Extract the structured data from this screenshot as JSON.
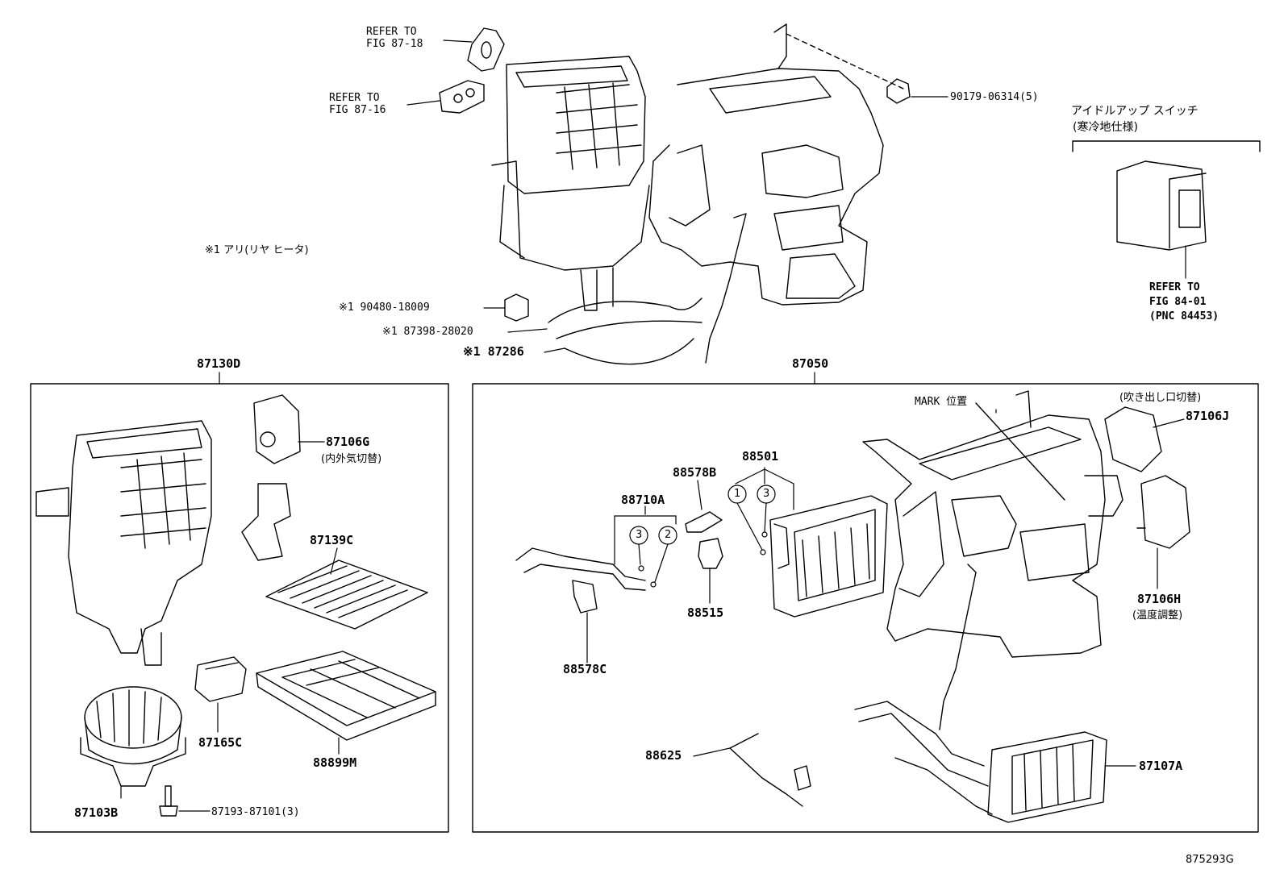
{
  "refs": {
    "fig_87_18": [
      "REFER TO",
      "FIG 87-18"
    ],
    "fig_87_16": [
      "REFER TO",
      "FIG 87-16"
    ],
    "fig_84_01": [
      "REFER TO",
      "FIG 84-01",
      "(PNC 84453)"
    ]
  },
  "top": {
    "p90179": "90179-06314(5)",
    "note": "※1 アリ(リヤ ヒータ)",
    "p90480": "※1 90480-18009",
    "p87398": "※1 87398-28020",
    "p87286": "※1 87286",
    "idle_title": "アイドルアップ スイッチ",
    "idle_sub": "(寒冷地仕様)"
  },
  "left_box": {
    "title": "87130D",
    "p87106g": "87106G",
    "p87106g_note": "(内外気切替)",
    "p87139c": "87139C",
    "p87165c": "87165C",
    "p88899m": "88899M",
    "p87103b": "87103B",
    "p87193": "87193-87101(3)"
  },
  "right_box": {
    "title": "87050",
    "mark": "MARK 位置",
    "p87106j_note": "(吹き出し口切替)",
    "p87106j": "87106J",
    "p87106h": "87106H",
    "p87106h_note": "(温度調整)",
    "p88501": "88501",
    "p88578b": "88578B",
    "p88710a": "88710A",
    "p88515": "88515",
    "p88578c": "88578C",
    "p88625": "88625",
    "p87107a": "87107A",
    "circle1": "1",
    "circle3a": "3",
    "circle3b": "3",
    "circle2": "2"
  },
  "footer": {
    "figure_id": "875293G"
  }
}
